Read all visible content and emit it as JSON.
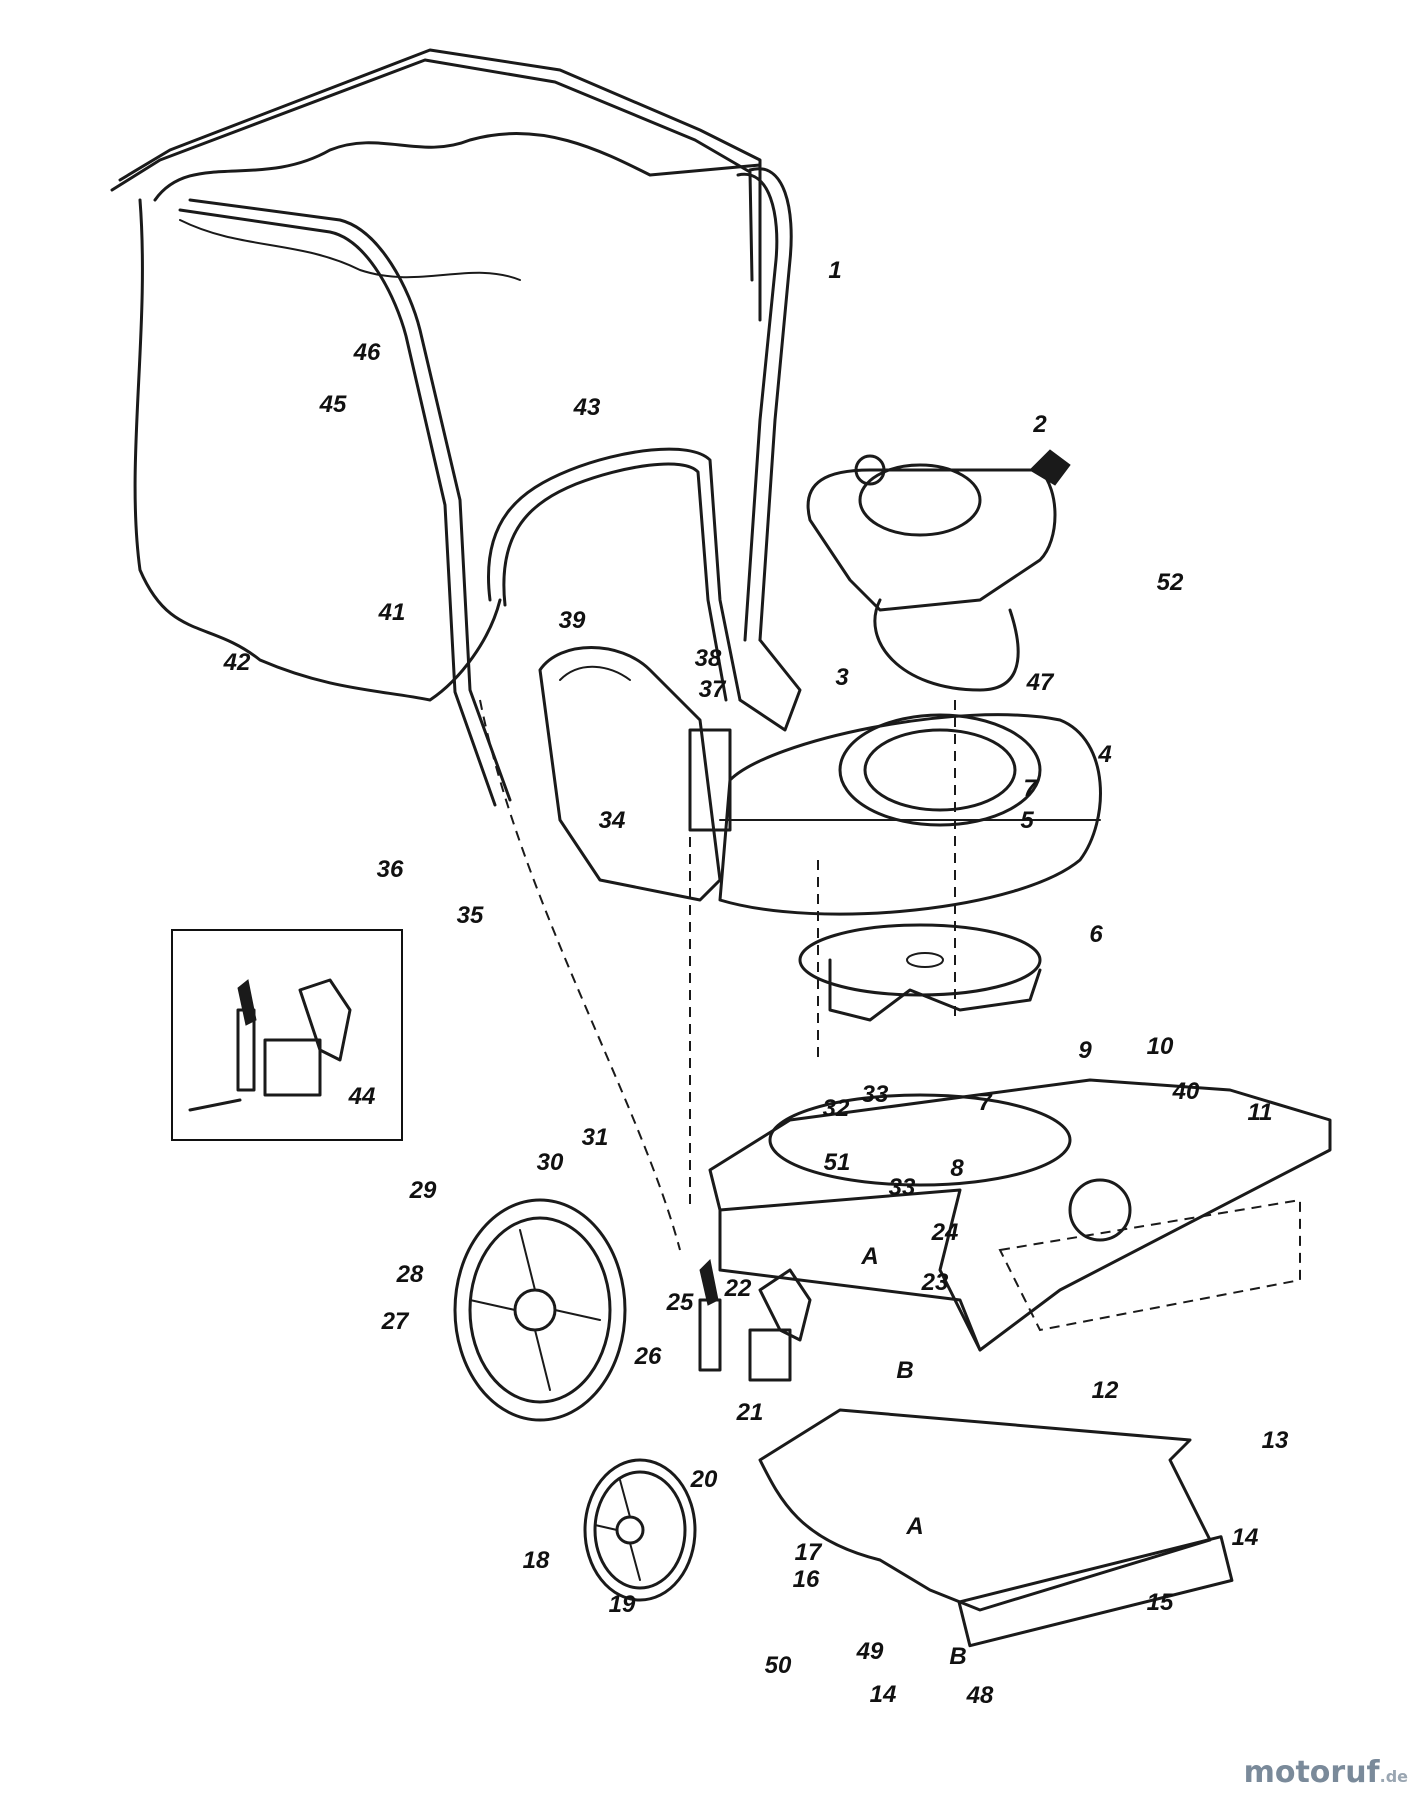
{
  "diagram": {
    "labels": [
      "1",
      "2",
      "3",
      "4",
      "5",
      "6",
      "7",
      "8",
      "9",
      "10",
      "11",
      "12",
      "13",
      "14",
      "15",
      "16",
      "17",
      "18",
      "19",
      "20",
      "21",
      "22",
      "23",
      "24",
      "25",
      "26",
      "27",
      "28",
      "29",
      "30",
      "31",
      "32",
      "33",
      "34",
      "35",
      "36",
      "37",
      "38",
      "39",
      "40",
      "41",
      "42",
      "43",
      "44",
      "45",
      "46",
      "47",
      "48",
      "49",
      "50",
      "51",
      "52",
      "A",
      "B"
    ],
    "inset_label": "44"
  },
  "watermark": {
    "text": "motoruf",
    "tld": ".de"
  }
}
